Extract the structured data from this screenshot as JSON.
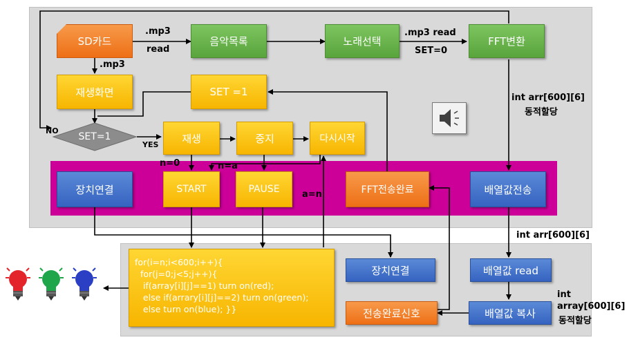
{
  "boxes": {
    "sd_card": "SD카드",
    "music_list": "음악목록",
    "song_select": "노래선택",
    "fft": "FFT변환",
    "play_screen": "재생화면",
    "set1_box": "SET =1",
    "set1_diamond": "SET=1",
    "play": "재생",
    "stop": "중지",
    "restart": "다시시작",
    "device_connect_top": "장치연결",
    "start": "START",
    "pause": "PAUSE",
    "fft_done": "FFT전송완료",
    "array_send": "배열값전송",
    "device_connect_bottom": "장치연결",
    "array_read": "배열값 read",
    "array_copy": "배열값 복사",
    "send_done_signal": "전송완료신호"
  },
  "labels": {
    "mp3_top": ".mp3",
    "read_top": "read",
    "mp3_read": ".mp3 read",
    "set0": "SET=0",
    "mp3_down": ".mp3",
    "int_arr_alloc": "int arr[600][6]",
    "dyn_alloc_1": "동적할당",
    "no": "NO",
    "yes": "YES",
    "n0": "n=0",
    "na": "n=a",
    "an": "a=n",
    "int_arr": "int arr[600][6]",
    "int_array_1": "int",
    "int_array_2": "array[600][6]",
    "dyn_alloc_2": "동적할당"
  },
  "code": [
    "for(i=n;i<600;i++){",
    "  for(j=0;j<5;j++){",
    "   if(array[i][j]==1) turn on(red);",
    "   else if(arrary[i][j]==2) turn on(green);",
    "   else turn on(blue); }}"
  ],
  "colors": {
    "green": "#5aa43c",
    "yellow": "#f7b500",
    "orange": "#ee6f16",
    "blue": "#3563c0",
    "magenta": "#cc0099",
    "panel": "#d9d9d9",
    "red_bulb": "#e3242b",
    "green_bulb": "#1fa64a",
    "blue_bulb": "#2b3fc4"
  },
  "icons": [
    "speaker-icon",
    "red-bulb-icon",
    "green-bulb-icon",
    "blue-bulb-icon"
  ]
}
